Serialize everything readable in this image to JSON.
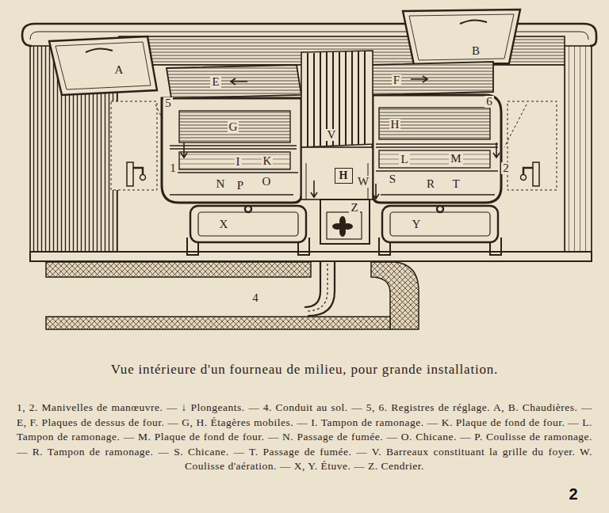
{
  "diagram": {
    "caption": "Vue intérieure d'un fourneau de milieu, pour grande installation.",
    "nodes": [
      {
        "text": [
          "H"
        ]
      }
    ],
    "labels": [
      "A",
      "B",
      "E",
      "F",
      "5",
      "6",
      "G",
      "V",
      "H",
      "1",
      "2",
      "I",
      "K",
      "L",
      "M",
      "N",
      "P",
      "O",
      "W",
      "S",
      "R",
      "T",
      "X",
      "Z",
      "Y",
      "4",
      "1, 2. Manivelles de manœuvre. — ↓ Plongeants. — 4. Conduit au sol. — 5, 6. Registres de réglage. A, B. Chaudières. — E, F. Plaques de dessus de four. — G, H. Étagères mobiles. — I. Tampon de ramonage. — K. Plaque de fond de four. — L. Tampon de ramonage. — M. Plaque de fond de four. — N. Passage de fumée. — O. Chicane. — P. Coulisse de ramonage. — R. Tampon de ramonage. — S. Chicane. — T. Passage de fumée. — V. Barreaux constituant la grille du foyer. W. Coulisse d'aération. — X, Y. Étuve. — Z. Cendrier.",
      "2"
    ]
  }
}
